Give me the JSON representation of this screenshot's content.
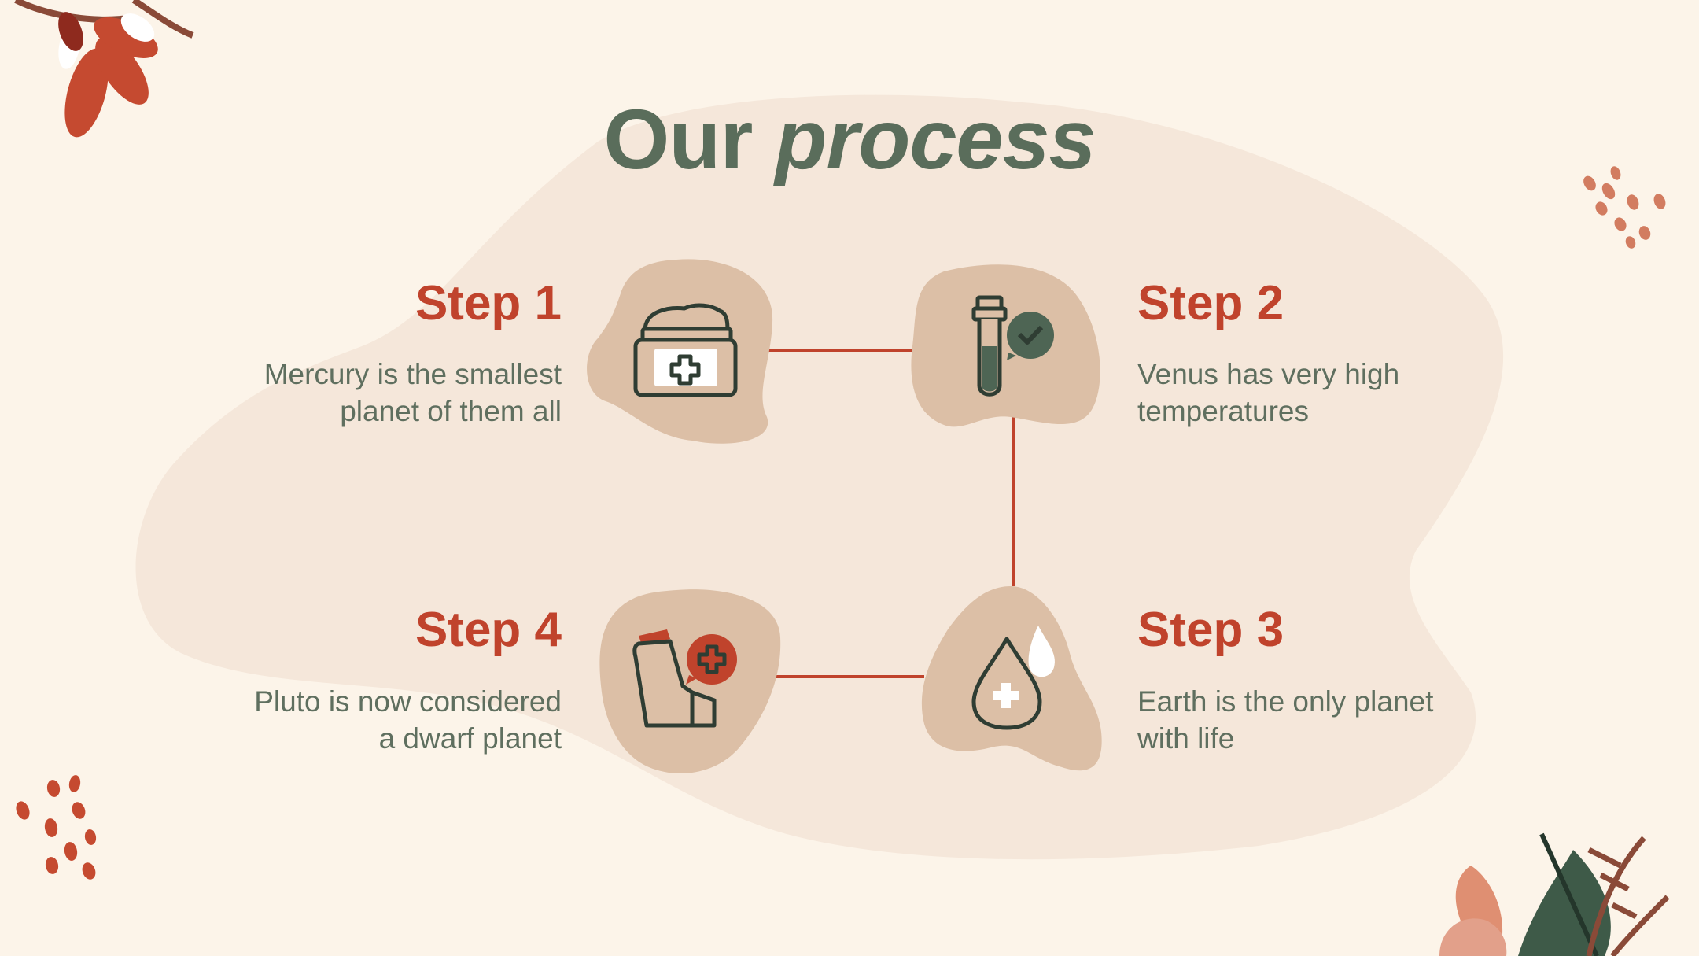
{
  "title": {
    "main": "Our",
    "accent": "process"
  },
  "steps": [
    {
      "id": 1,
      "title": "Step 1",
      "line1": "Mercury is the smallest",
      "line2": "planet of them all",
      "icon": "medicine-jar-icon"
    },
    {
      "id": 2,
      "title": "Step 2",
      "line1": "Venus has very high",
      "line2": "temperatures",
      "icon": "test-tube-icon"
    },
    {
      "id": 3,
      "title": "Step 3",
      "line1": "Earth is the only planet",
      "line2": "with life",
      "icon": "blood-drop-icon"
    },
    {
      "id": 4,
      "title": "Step 4",
      "line1": "Pluto is now considered",
      "line2": "a dwarf planet",
      "icon": "inhaler-icon"
    }
  ],
  "colors": {
    "background": "#fcf4e9",
    "blob": "#f5e7da",
    "icon_blob": "#dcbfa6",
    "title": "#5a6d5b",
    "step_title": "#c0432c",
    "text": "#5f6f5f",
    "connector": "#c0432c",
    "icon_stroke": "#2f3d33"
  }
}
